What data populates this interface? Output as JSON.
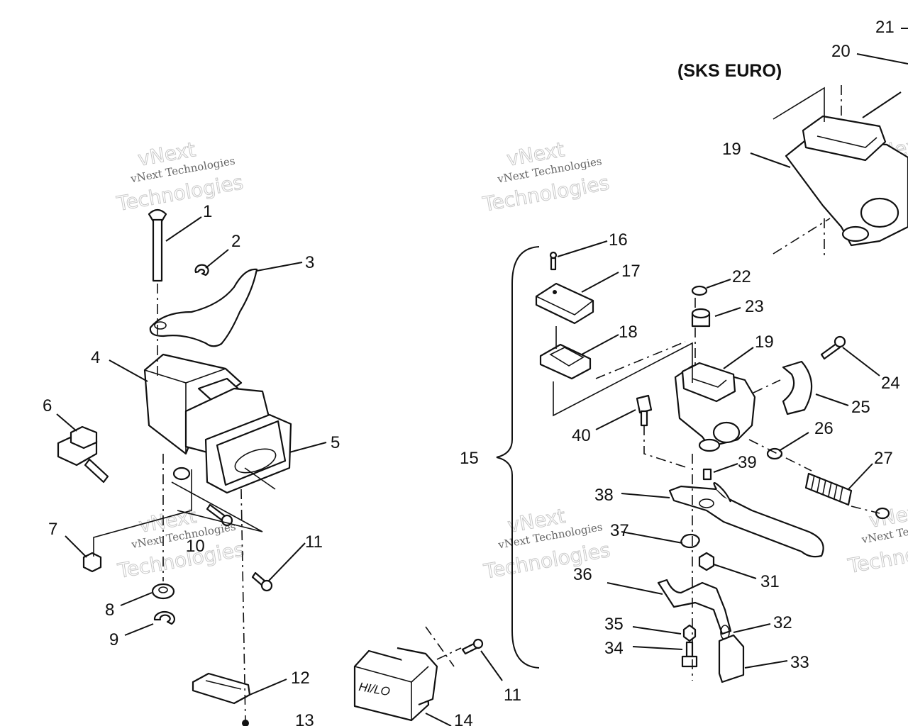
{
  "diagram": {
    "title": "(SKS EURO)",
    "switch_label": "HI/LO",
    "watermark": {
      "line1": "vNext",
      "line2": "vNext Technologies",
      "line3": "Technologies"
    },
    "callouts": {
      "c1": "1",
      "c2": "2",
      "c3": "3",
      "c4": "4",
      "c5": "5",
      "c6": "6",
      "c7": "7",
      "c8": "8",
      "c9": "9",
      "c10": "10",
      "c11a": "11",
      "c11b": "11",
      "c12": "12",
      "c13": "13",
      "c14": "14",
      "c15": "15",
      "c16": "16",
      "c17": "17",
      "c18": "18",
      "c19a": "19",
      "c19b": "19",
      "c20": "20",
      "c21": "21",
      "c22": "22",
      "c23": "23",
      "c24": "24",
      "c25": "25",
      "c26": "26",
      "c27": "27",
      "c31": "31",
      "c32": "32",
      "c33": "33",
      "c34": "34",
      "c35": "35",
      "c36": "36",
      "c37": "37",
      "c38": "38",
      "c39": "39",
      "c40": "40"
    }
  }
}
